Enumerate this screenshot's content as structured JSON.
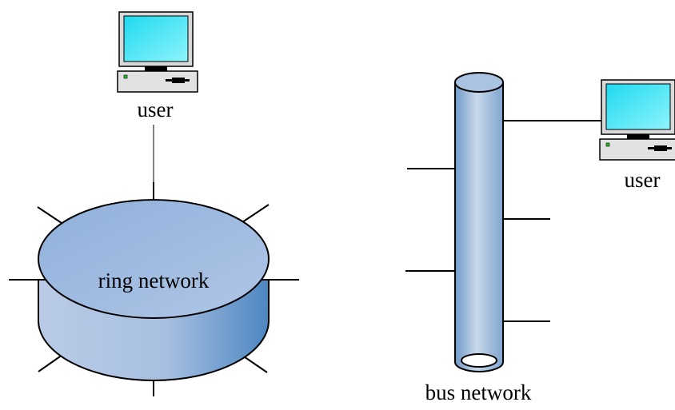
{
  "diagram": {
    "ring": {
      "label": "ring network"
    },
    "bus": {
      "label": "bus network"
    },
    "users": [
      {
        "label": "user"
      },
      {
        "label": "user"
      }
    ],
    "icons": [
      "desktop-computer-icon",
      "ring-network-cylinder-icon",
      "bus-network-pipe-icon"
    ],
    "colors": {
      "stroke": "#000000",
      "screen": "#33e6f2",
      "monitor_frame": "#d9d9d9",
      "ring_top": "#9db7dd",
      "ring_side_dark": "#4d86c2",
      "bus_pipe_light": "#c8d8ea",
      "bus_pipe_dark": "#6f99c8"
    }
  }
}
